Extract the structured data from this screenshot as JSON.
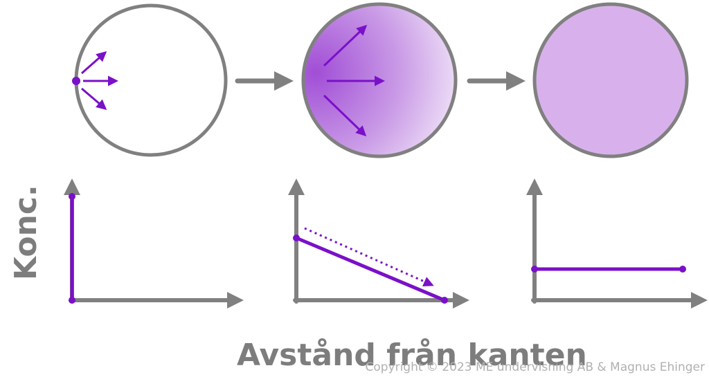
{
  "y_axis_label": "Konc.",
  "x_axis_label": "Avstånd från kanten",
  "copyright": "Copyright © 2023 ME undervisning AB & Magnus Ehinger",
  "colors": {
    "outline": "#808080",
    "purple": "#7a10c8",
    "fill_light": "#d8b1ec",
    "fill_dark": "#a14ed6",
    "fill_pale": "#f2e8f9"
  },
  "chart_data": [
    {
      "type": "line",
      "title": "",
      "xlabel": "Avstånd från kanten",
      "ylabel": "Konc.",
      "x": [
        0,
        0
      ],
      "y": [
        0,
        1
      ],
      "ylim": [
        0,
        1
      ],
      "xlim": [
        0,
        1
      ]
    },
    {
      "type": "line",
      "title": "",
      "xlabel": "Avstånd från kanten",
      "ylabel": "Konc.",
      "x": [
        0,
        1
      ],
      "y": [
        0.6,
        0
      ],
      "trend_arrow": "decreasing",
      "ylim": [
        0,
        1
      ],
      "xlim": [
        0,
        1
      ]
    },
    {
      "type": "line",
      "title": "",
      "xlabel": "Avstånd från kanten",
      "ylabel": "Konc.",
      "x": [
        0,
        1
      ],
      "y": [
        0.3,
        0.3
      ],
      "ylim": [
        0,
        1
      ],
      "xlim": [
        0,
        1
      ]
    }
  ]
}
